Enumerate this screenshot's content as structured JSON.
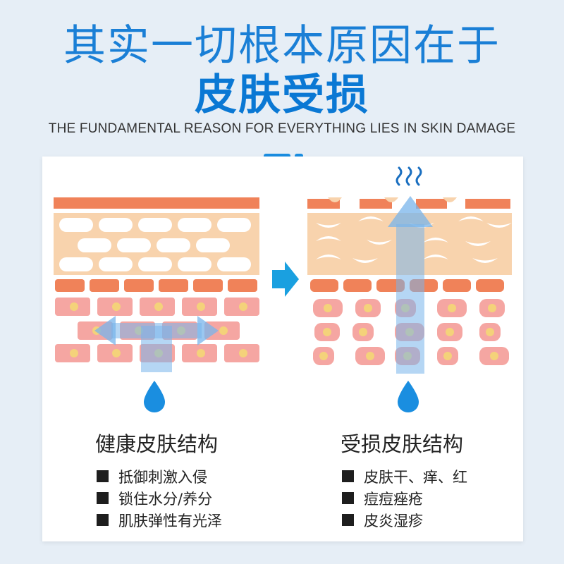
{
  "headline": {
    "line1": "其实一切根本原因在于",
    "line2": "皮肤受损",
    "subtitle": "THE FUNDAMENTAL REASON FOR EVERYTHING LIES IN SKIN DAMAGE"
  },
  "colors": {
    "accent": "#1a7fd6",
    "stratum": "#f08259",
    "barrier": "#f8d3ad",
    "cell": "#f5a6a2",
    "arrow": "#1aa0e0",
    "water": "#1a8ee0"
  },
  "icons": {
    "arrow": "right-arrow-icon",
    "drop": "water-drop-icon",
    "vapor": "vapor-waves-icon"
  },
  "healthy": {
    "title": "健康皮肤结构",
    "items": [
      "抵御刺激入侵",
      "锁住水分/养分",
      "肌肤弹性有光泽"
    ]
  },
  "damaged": {
    "title": "受损皮肤结构",
    "items": [
      "皮肤干、痒、红",
      "痘痘痤疮",
      "皮炎湿疹"
    ]
  }
}
